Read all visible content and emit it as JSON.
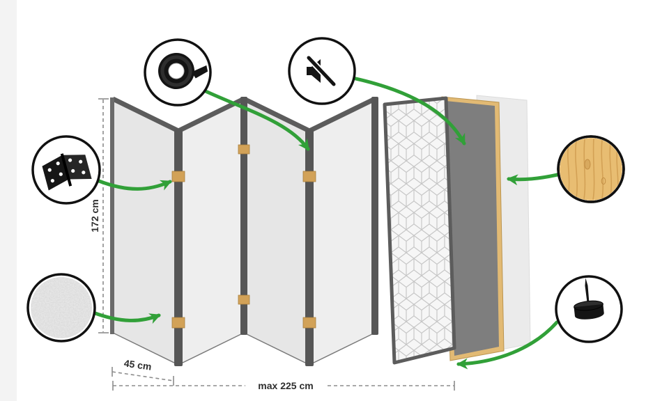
{
  "diagram": {
    "labels": {
      "height": "172 cm",
      "panel_width": "45 cm",
      "total_width": "max 225 cm"
    },
    "icons": [
      {
        "name": "tape-icon"
      },
      {
        "name": "mute-speaker-icon"
      },
      {
        "name": "hinge-icon"
      },
      {
        "name": "texture-icon"
      },
      {
        "name": "wood-icon"
      },
      {
        "name": "foot-pin-icon"
      }
    ],
    "colors": {
      "arrow": "#31a038",
      "panel_face": "#e6e6e6",
      "panel_face_alt": "#eeeeee",
      "panel_edge": "#5c5c5c",
      "panel_dark_face": "#7e7e7e",
      "wood": "#e2ba74",
      "hinge": "#d2a258",
      "pattern_line": "#c6c6c6",
      "dimension_line": "#8c8c8c",
      "icon_black": "#141414",
      "background": "#ffffff"
    }
  }
}
